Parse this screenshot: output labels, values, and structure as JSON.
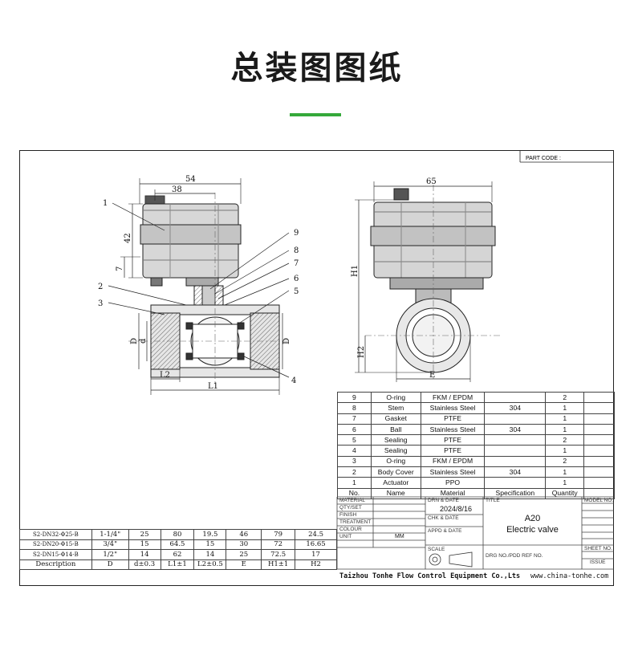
{
  "page_title": "总装图图纸",
  "colors": {
    "accent": "#35a93a",
    "line": "#222222"
  },
  "part_code_label": "PART CODE :",
  "front_view": {
    "dim_54": "54",
    "dim_38": "38",
    "dim_42": "42",
    "dim_7": "7",
    "dim_D_left": "D",
    "dim_d": "d",
    "dim_D_right": "D",
    "dim_L2": "L2",
    "dim_L1": "L1",
    "callouts": [
      "1",
      "2",
      "3",
      "4",
      "5",
      "6",
      "7",
      "8",
      "9"
    ]
  },
  "side_view": {
    "dim_65": "65",
    "dim_H1": "H1",
    "dim_H2": "H2",
    "dim_E": "E"
  },
  "bom": {
    "rows": [
      [
        "9",
        "O-ring",
        "FKM / EPDM",
        "",
        "2"
      ],
      [
        "8",
        "Stem",
        "Stainless Steel",
        "304",
        "1"
      ],
      [
        "7",
        "Gasket",
        "PTFE",
        "",
        "1"
      ],
      [
        "6",
        "Ball",
        "Stainless Steel",
        "304",
        "1"
      ],
      [
        "5",
        "Sealing",
        "PTFE",
        "",
        "2"
      ],
      [
        "4",
        "Sealing",
        "PTFE",
        "",
        "1"
      ],
      [
        "3",
        "O-ring",
        "FKM / EPDM",
        "",
        "2"
      ],
      [
        "2",
        "Body Cover",
        "Stainless Steel",
        "304",
        "1"
      ],
      [
        "1",
        "Actuator",
        "PPO",
        "",
        "1"
      ]
    ],
    "header": [
      "No.",
      "Name",
      "Material",
      "Specification",
      "Quantity"
    ]
  },
  "dims_table": {
    "rows": [
      [
        "S2-DN32-Φ25-B",
        "1-1/4\"",
        "25",
        "80",
        "19.5",
        "46",
        "79",
        "24.5"
      ],
      [
        "S2-DN20-Φ15-B",
        "3/4\"",
        "15",
        "64.5",
        "15",
        "30",
        "72",
        "16.65"
      ],
      [
        "S2-DN15-Φ14-B",
        "1/2\"",
        "14",
        "62",
        "14",
        "25",
        "72.5",
        "17"
      ]
    ],
    "header": [
      "Description",
      "D",
      "d±0.3",
      "L1±1",
      "L2±0.5",
      "E",
      "H1±1",
      "H2"
    ]
  },
  "title_block": {
    "labels": [
      "MATERIAL",
      "QTY/SET",
      "FINISH",
      "TREATMENT",
      "COLOUR",
      "UNIT"
    ],
    "unit_value": "MM",
    "drn_date_label": "DRN & DATE",
    "drn_date_value": "2024/8/16",
    "chk_date_label": "CHK & DATE",
    "appd_date_label": "APPD & DATE",
    "scale_label": "SCALE",
    "drg_label": "DRG NO./PDD REF NO.",
    "title_label": "TITLE",
    "title_line1": "A20",
    "title_line2": "Electric valve",
    "model_label": "MODEL NO.",
    "sheet_label": "SHEET NO.",
    "issue_label": "ISSUE"
  },
  "footer": {
    "company": "Taizhou Tonhe Flow Control Equipment Co.,Lts",
    "website": "www.china-tonhe.com"
  }
}
